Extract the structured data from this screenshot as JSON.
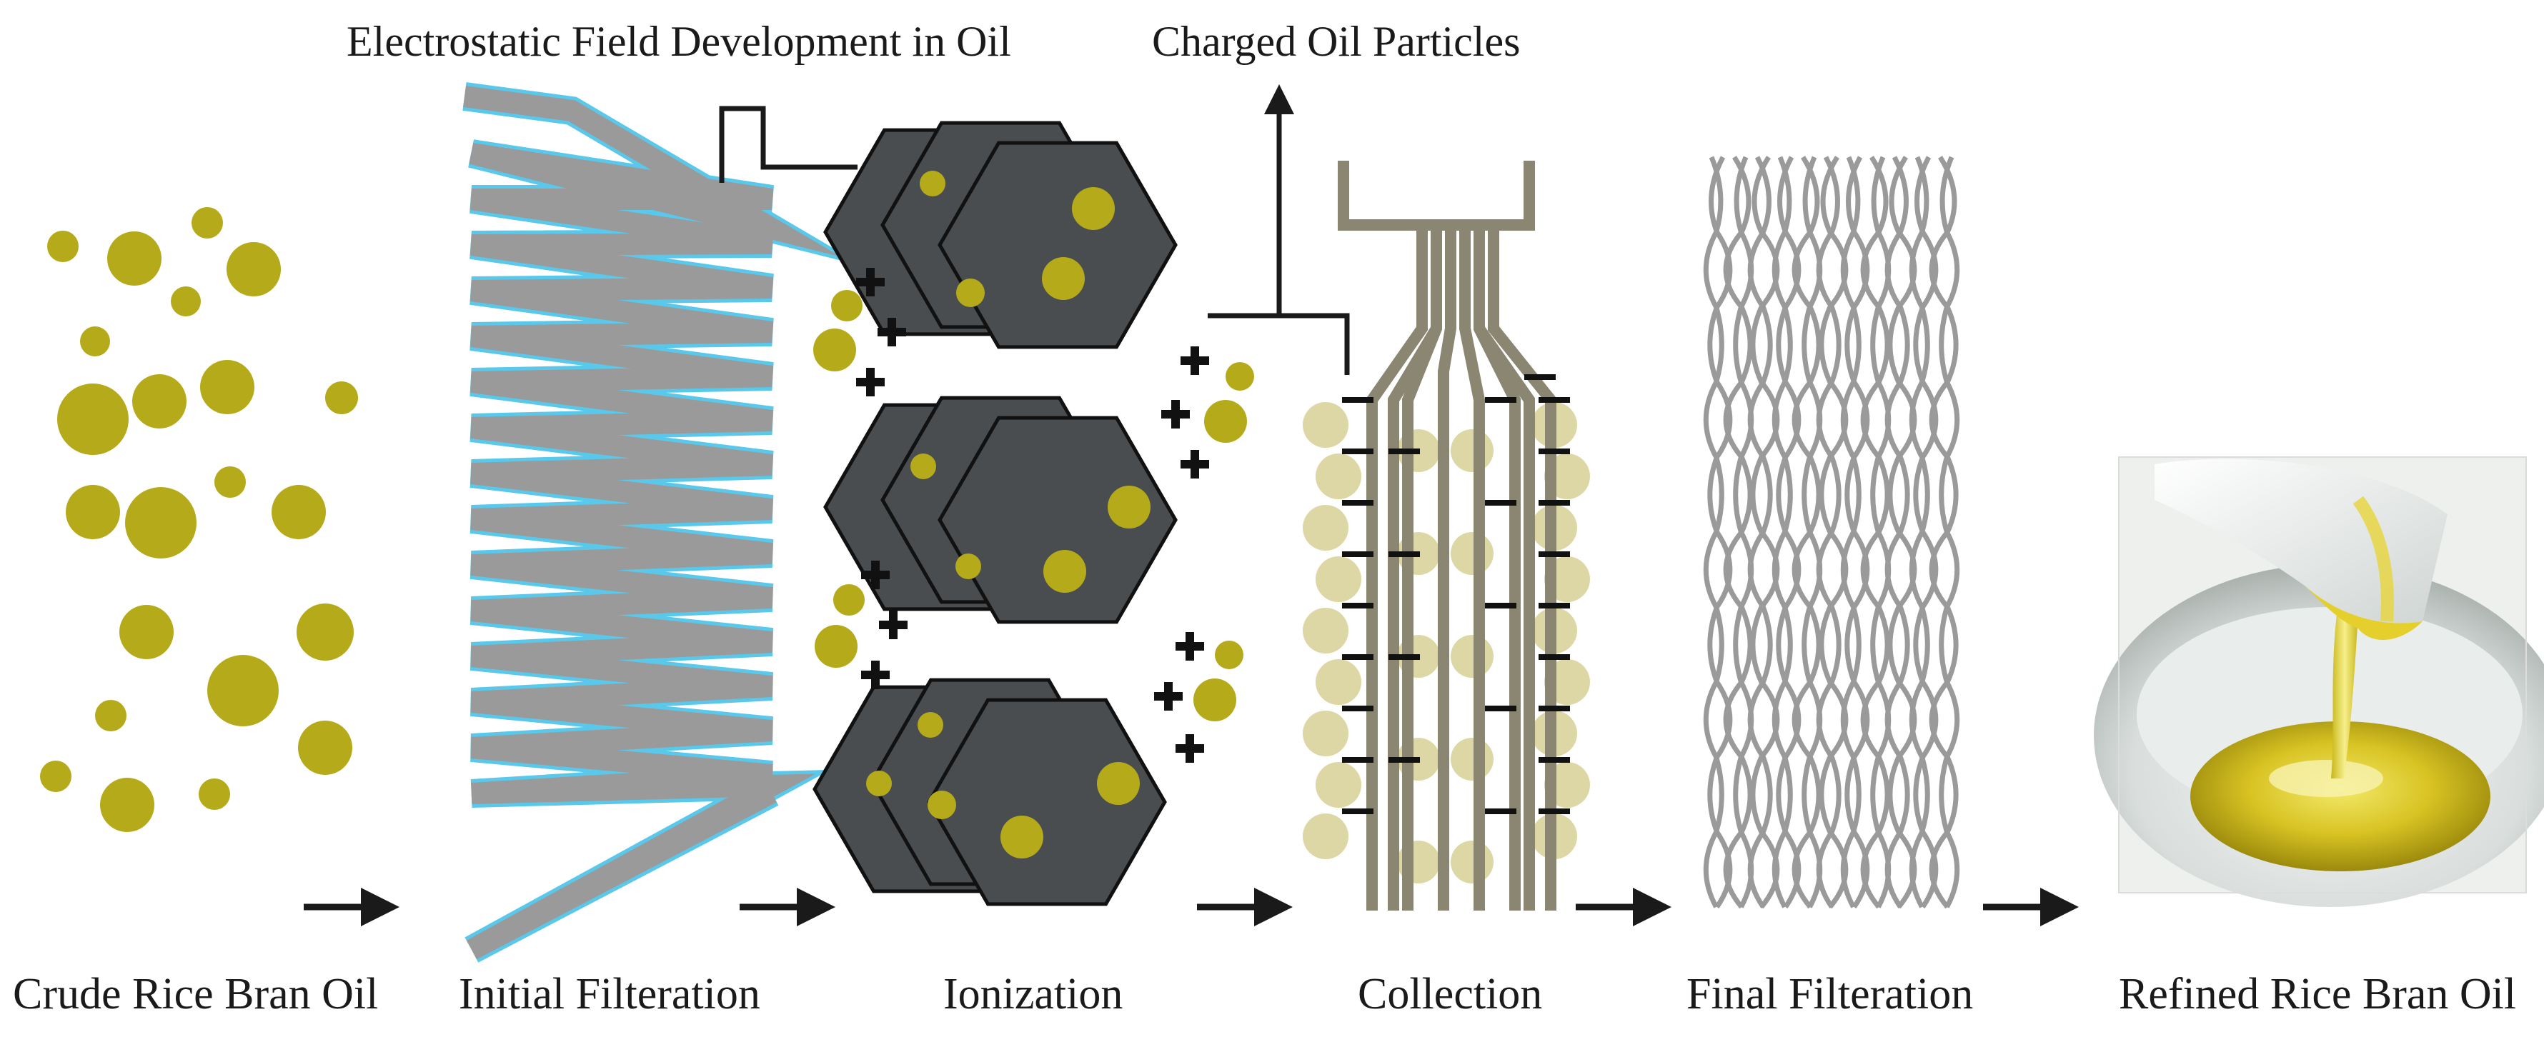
{
  "annotations": {
    "field_development": "Electrostatic Field Development in Oil",
    "charged_particles": "Charged Oil Particles"
  },
  "stages": [
    {
      "label": "Crude Rice Bran Oil"
    },
    {
      "label": "Initial Filteration"
    },
    {
      "label": "Ionization"
    },
    {
      "label": "Collection"
    },
    {
      "label": "Final Filteration"
    },
    {
      "label": "Refined Rice Bran Oil"
    }
  ],
  "colors": {
    "oil_droplet": "#b5ab1a",
    "pale_droplet": "#dcd7a4",
    "hexagon": "#4a4d50",
    "filter_gray": "#9a9a9a",
    "filter_outline": "#59c8ea",
    "collector_rod": "#8a8672",
    "charge_sign": "#111111",
    "arrow": "#1a1a1a"
  },
  "icons": {
    "charge_positive": "plus-sign",
    "charge_negative": "minus-sign",
    "flow": "right-arrow",
    "refined_oil": "oil-pouring-photo"
  }
}
